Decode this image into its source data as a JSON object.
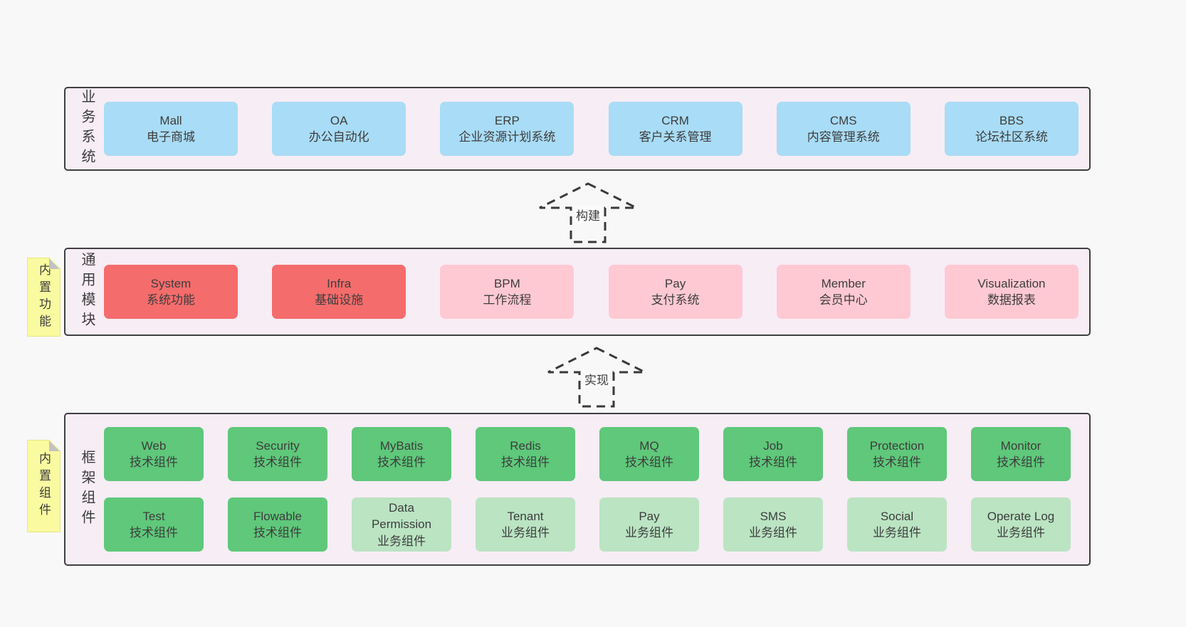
{
  "palette": {
    "page_bg": "#f8f8f8",
    "container_bg": "#f7edf5",
    "container_border": "#3f3f3f",
    "blue": "#a9dcf6",
    "red": "#f56c6c",
    "pink": "#ffc9d4",
    "green": "#5fc87a",
    "light_green": "#bbe4c3",
    "sticky_yellow": "#fafaa0",
    "text": "#3d3d3d"
  },
  "arrows": {
    "build": {
      "label": "构建"
    },
    "implement": {
      "label": "实现"
    }
  },
  "sections": {
    "business": {
      "side_label": "业务系统",
      "items": [
        {
          "en": "Mall",
          "zh": "电子商城"
        },
        {
          "en": "OA",
          "zh": "办公自动化"
        },
        {
          "en": "ERP",
          "zh": "企业资源计划系统"
        },
        {
          "en": "CRM",
          "zh": "客户关系管理"
        },
        {
          "en": "CMS",
          "zh": "内容管理系统"
        },
        {
          "en": "BBS",
          "zh": "论坛社区系统"
        }
      ]
    },
    "modules": {
      "side_label": "通用模块",
      "sticky": "内置功能",
      "items": [
        {
          "en": "System",
          "zh": "系统功能"
        },
        {
          "en": "Infra",
          "zh": "基础设施"
        },
        {
          "en": "BPM",
          "zh": "工作流程"
        },
        {
          "en": "Pay",
          "zh": "支付系统"
        },
        {
          "en": "Member",
          "zh": "会员中心"
        },
        {
          "en": "Visualization",
          "zh": "数据报表"
        }
      ]
    },
    "framework": {
      "side_label": "框架组件",
      "sticky": "内置组件",
      "row1": [
        {
          "en": "Web",
          "zh": "技术组件"
        },
        {
          "en": "Security",
          "zh": "技术组件"
        },
        {
          "en": "MyBatis",
          "zh": "技术组件"
        },
        {
          "en": "Redis",
          "zh": "技术组件"
        },
        {
          "en": "MQ",
          "zh": "技术组件"
        },
        {
          "en": "Job",
          "zh": "技术组件"
        },
        {
          "en": "Protection",
          "zh": "技术组件"
        },
        {
          "en": "Monitor",
          "zh": "技术组件"
        }
      ],
      "row2": [
        {
          "en": "Test",
          "zh": "技术组件"
        },
        {
          "en": "Flowable",
          "zh": "技术组件"
        },
        {
          "en": "Data Permission",
          "zh": "业务组件"
        },
        {
          "en": "Tenant",
          "zh": "业务组件"
        },
        {
          "en": "Pay",
          "zh": "业务组件"
        },
        {
          "en": "SMS",
          "zh": "业务组件"
        },
        {
          "en": "Social",
          "zh": "业务组件"
        },
        {
          "en": "Operate Log",
          "zh": "业务组件"
        }
      ]
    }
  }
}
